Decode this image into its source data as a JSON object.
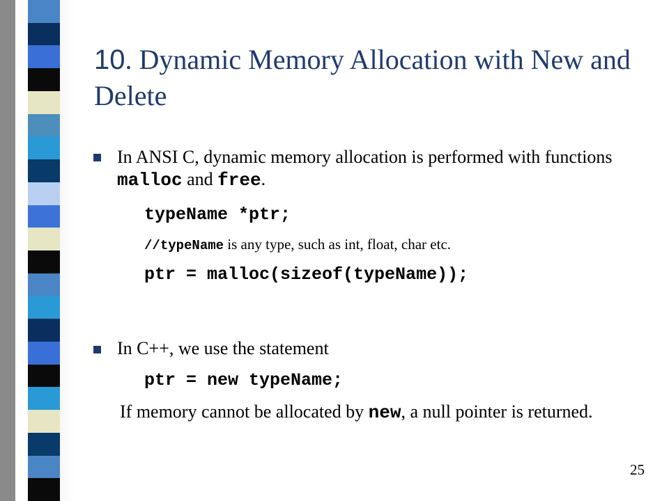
{
  "decoration": {
    "stripe_colors": [
      "#4a86c5",
      "#0a2f5e",
      "#3a6fd8",
      "#0a0a0a",
      "#e6e6c4",
      "#4d8fbc",
      "#2a9ad6",
      "#083a6a",
      "#b9d0f2",
      "#3d72d8",
      "#e6e6c4",
      "#0a0a0a",
      "#4a86c5",
      "#2a9ad6",
      "#0a2f5e",
      "#3a6fd8",
      "#0a0a0a",
      "#2a9ad6",
      "#e6e6c4",
      "#083a6a",
      "#4a86c5",
      "#0a0a0a"
    ]
  },
  "slide": {
    "title_number": "10",
    "title_text": ". Dynamic Memory Allocation with New and Delete",
    "bullet1": {
      "part1": "In ANSI C, dynamic memory allocation is performed with functions ",
      "code1": "malloc",
      "part2": " and ",
      "code2": "free",
      "part3": "."
    },
    "code_line1": "typeName *ptr;",
    "comment": {
      "slashes": "//",
      "code": "typeName",
      "rest": " is any type, such as int, float, char etc."
    },
    "code_line2": "ptr = malloc(sizeof(typeName));",
    "bullet2": "In C++, we use the statement",
    "code_line3": "ptr = new typeName;",
    "note": {
      "part1": "If memory cannot be allocated by ",
      "code": "new",
      "part2": ", a null pointer is returned."
    },
    "page_number": "25"
  }
}
